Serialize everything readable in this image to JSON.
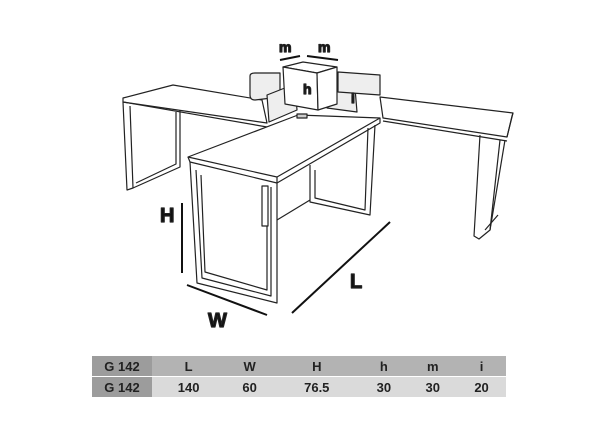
{
  "diagram": {
    "labels": {
      "H": "H",
      "W": "W",
      "L": "L",
      "h": "h",
      "i": "i",
      "m1": "m",
      "m2": "m"
    }
  },
  "spec_table": {
    "headers": [
      "G 142",
      "L",
      "W",
      "H",
      "h",
      "m",
      "i"
    ],
    "values": [
      "G 142",
      "140",
      "60",
      "76.5",
      "30",
      "30",
      "20"
    ]
  },
  "colors": {
    "header_bg": "#b3b3b3",
    "row_bg": "#dadada",
    "model_bg": "#9c9c9c"
  }
}
